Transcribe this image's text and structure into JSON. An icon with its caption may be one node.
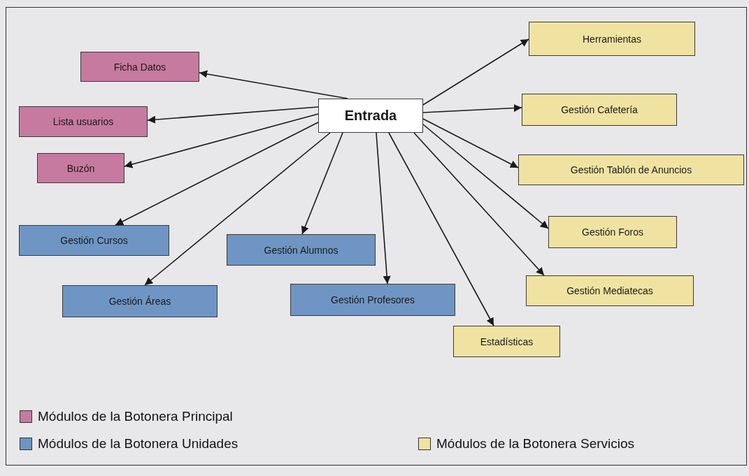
{
  "diagram": {
    "nodes": [
      {
        "text": [
          "Entrada"
        ]
      },
      {
        "text": [
          "Ficha Datos"
        ]
      },
      {
        "text": [
          "Lista usuarios"
        ]
      },
      {
        "text": [
          "Buzón"
        ]
      },
      {
        "text": [
          "Gestión Cursos"
        ]
      },
      {
        "text": [
          "Gestión Alumnos"
        ]
      },
      {
        "text": [
          "Gestión Áreas"
        ]
      },
      {
        "text": [
          "Gestión Profesores"
        ]
      },
      {
        "text": [
          "Herramientas"
        ]
      },
      {
        "text": [
          "Gestión Cafetería"
        ]
      },
      {
        "text": [
          "Gestión Tablón de Anuncios"
        ]
      },
      {
        "text": [
          "Gestión Foros"
        ]
      },
      {
        "text": [
          "Gestión Mediatecas"
        ]
      },
      {
        "text": [
          "Estadísticas"
        ]
      }
    ],
    "edges": [
      {
        "from": 0,
        "to": 1,
        "arrow": "to"
      },
      {
        "from": 0,
        "to": 2,
        "arrow": "to"
      },
      {
        "from": 0,
        "to": 3,
        "arrow": "to"
      },
      {
        "from": 0,
        "to": 4,
        "arrow": "to"
      },
      {
        "from": 0,
        "to": 5,
        "arrow": "to"
      },
      {
        "from": 0,
        "to": 6,
        "arrow": "to"
      },
      {
        "from": 0,
        "to": 7,
        "arrow": "to"
      },
      {
        "from": 0,
        "to": 8,
        "arrow": "to"
      },
      {
        "from": 0,
        "to": 9,
        "arrow": "to"
      },
      {
        "from": 0,
        "to": 10,
        "arrow": "to"
      },
      {
        "from": 0,
        "to": 11,
        "arrow": "to"
      },
      {
        "from": 0,
        "to": 12,
        "arrow": "to"
      },
      {
        "from": 0,
        "to": 13,
        "arrow": "to"
      }
    ],
    "legend": [
      {
        "text": "Módulos de la Botonera Principal",
        "color": "#c77a9f"
      },
      {
        "text": "Módulos de la Botonera Unidades",
        "color": "#6f95c4"
      },
      {
        "text": "Módulos de la Botonera Servicios",
        "color": "#f0e3a2"
      }
    ]
  }
}
